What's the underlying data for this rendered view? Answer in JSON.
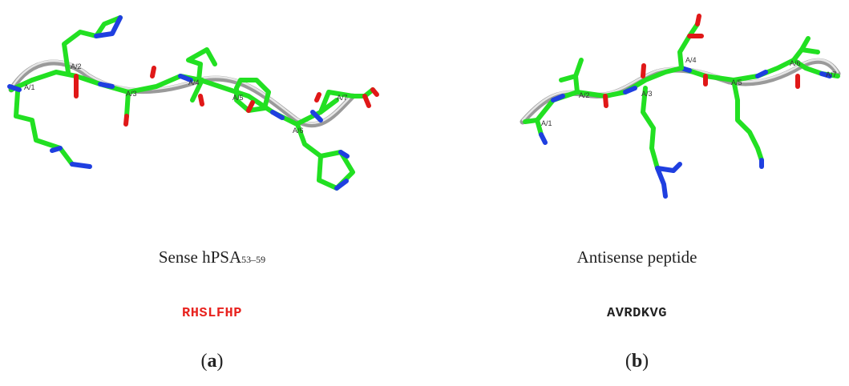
{
  "panel_a": {
    "title_main": "Sense hPSA",
    "title_sub": "53–59",
    "sequence": "RHSLFHP",
    "sequence_color": "#e8231f",
    "label_open": "(",
    "label_letter": "a",
    "label_close": ")",
    "residue_labels": [
      "A/1",
      "A/2",
      "A/3",
      "A/4",
      "A/5",
      "A/6",
      "A/7"
    ]
  },
  "panel_b": {
    "title": "Antisense peptide",
    "sequence": "AVRDKVG",
    "sequence_color": "#222222",
    "label_open": "(",
    "label_letter": "b",
    "label_close": ")",
    "residue_labels": [
      "A/1",
      "A/2",
      "A/3",
      "A/4",
      "A/5",
      "A/6",
      "A/7"
    ]
  },
  "colors": {
    "carbon": "#22e022",
    "nitrogen": "#1f3fe0",
    "oxygen": "#e01818",
    "backbone_ribbon": "#9a9a9a"
  },
  "icons": [
    "peptide-stick-model-a",
    "peptide-stick-model-b"
  ]
}
